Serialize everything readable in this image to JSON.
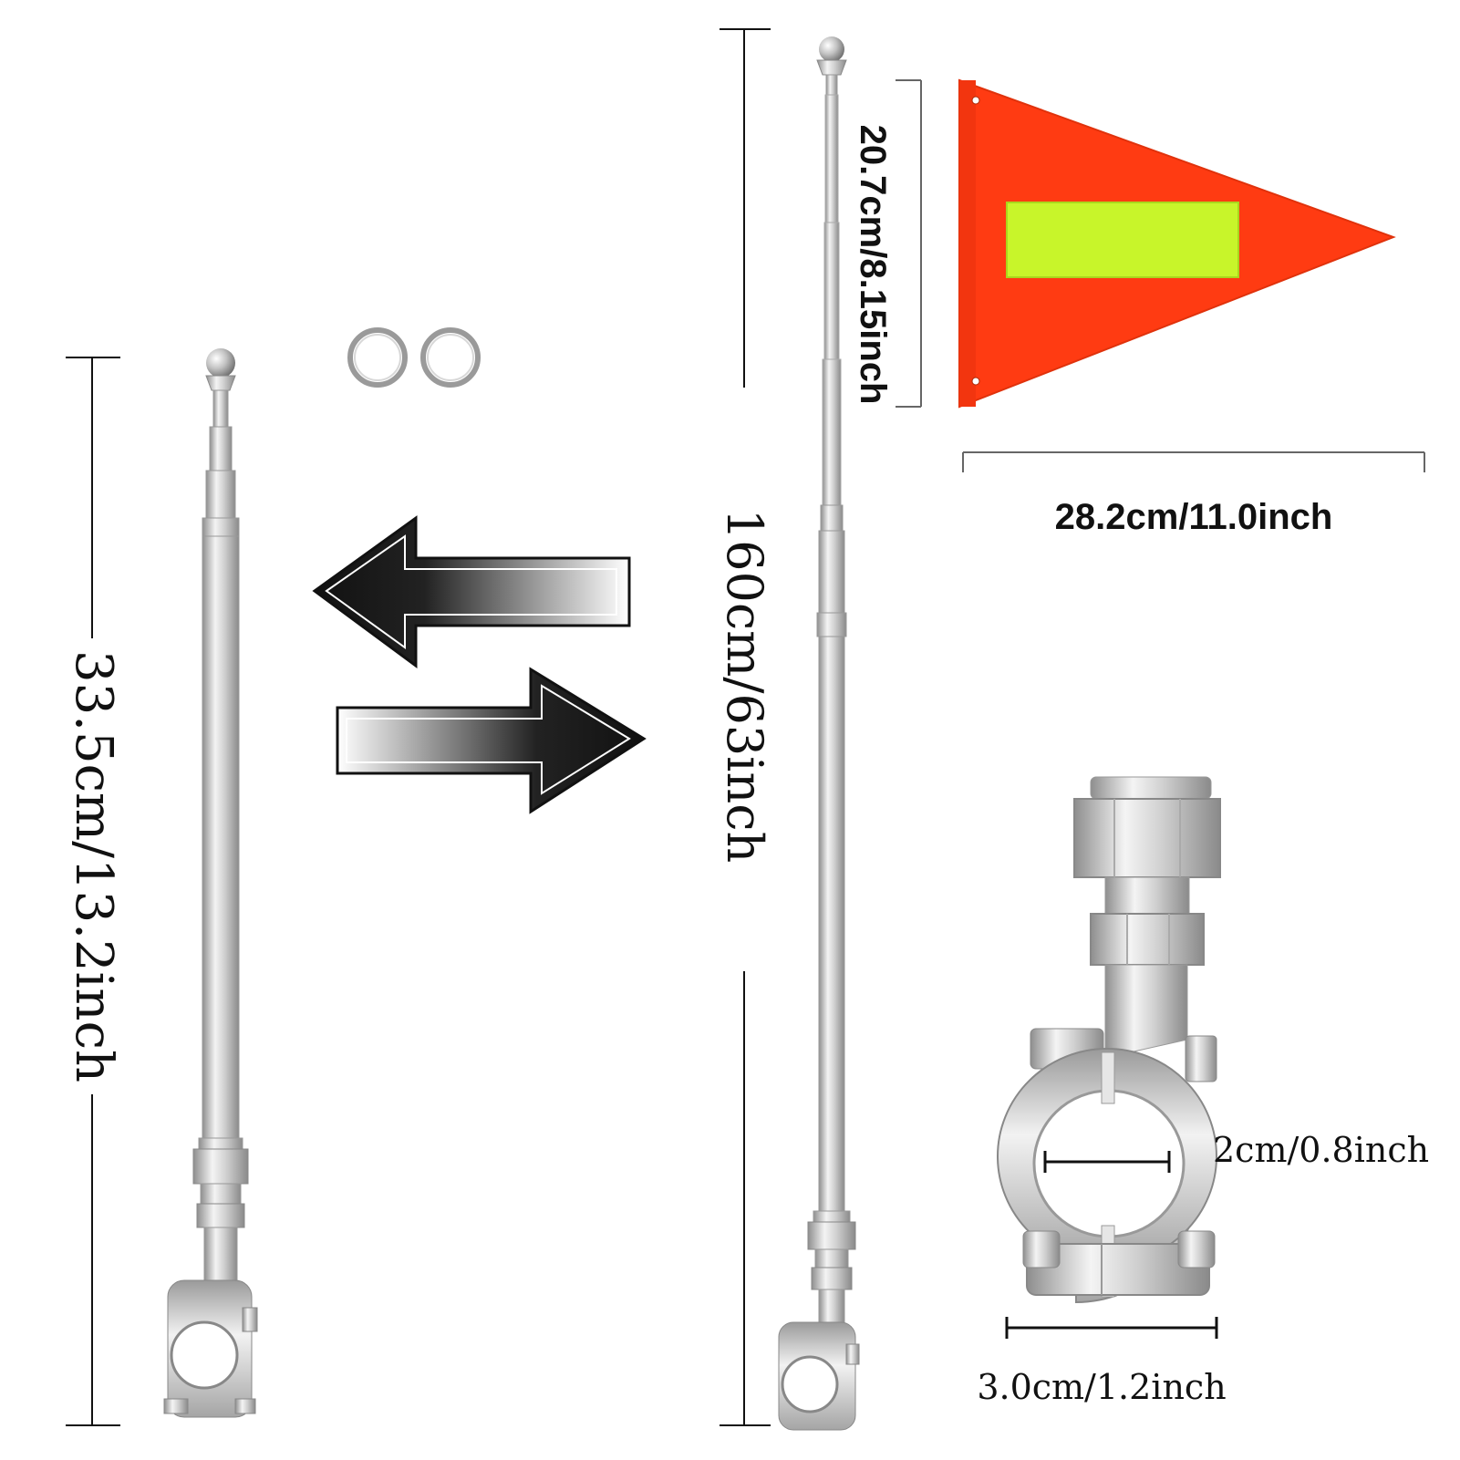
{
  "labels": {
    "short_pole_length": "33.5cm/13.2inch",
    "long_pole_length": "160cm/63inch",
    "flag_height": "20.7cm/8.15inch",
    "flag_width": "28.2cm/11.0inch",
    "clamp_inner_diameter": "2cm/0.8inch",
    "clamp_width": "3.0cm/1.2inch"
  },
  "colors": {
    "flag": "#ff3b12",
    "reflector": "#c8f52a",
    "steel_light": "#f2f2f2",
    "steel_mid": "#c9c9c9",
    "steel_dark": "#8e8e8e",
    "arrow_dark": "#111111",
    "dimension_line": "#111111"
  },
  "icons": {
    "arrow_left": "arrow-left-icon",
    "arrow_right": "arrow-right-icon",
    "rings": "split-ring-icon"
  }
}
